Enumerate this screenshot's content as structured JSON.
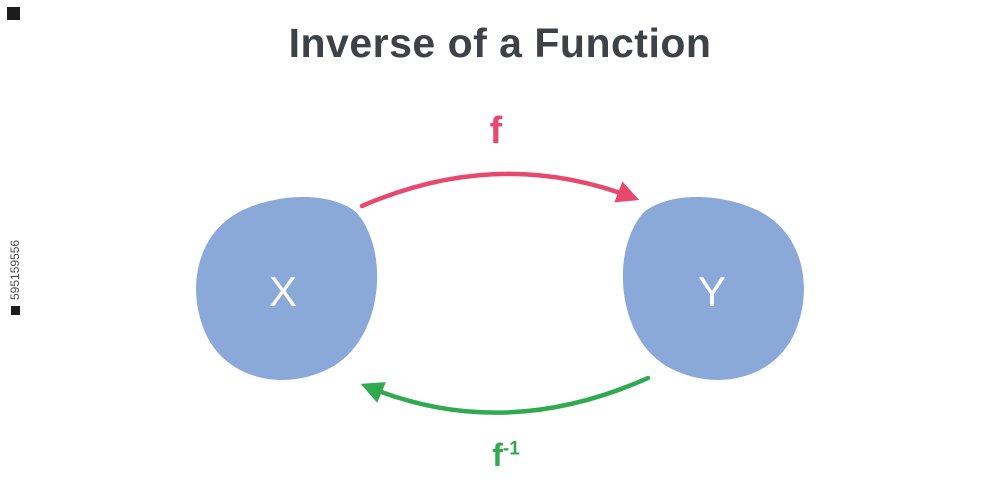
{
  "title": "Inverse of a Function",
  "watermark": {
    "id": "595159556"
  },
  "diagram": {
    "set_x": "X",
    "set_y": "Y",
    "forward_label": "f",
    "inverse_base": "f",
    "inverse_exp": "-1",
    "colors": {
      "blob": "#8aa8d8",
      "forward": "#e8486e",
      "inverse": "#2faa4f",
      "title": "#3e4247"
    }
  }
}
